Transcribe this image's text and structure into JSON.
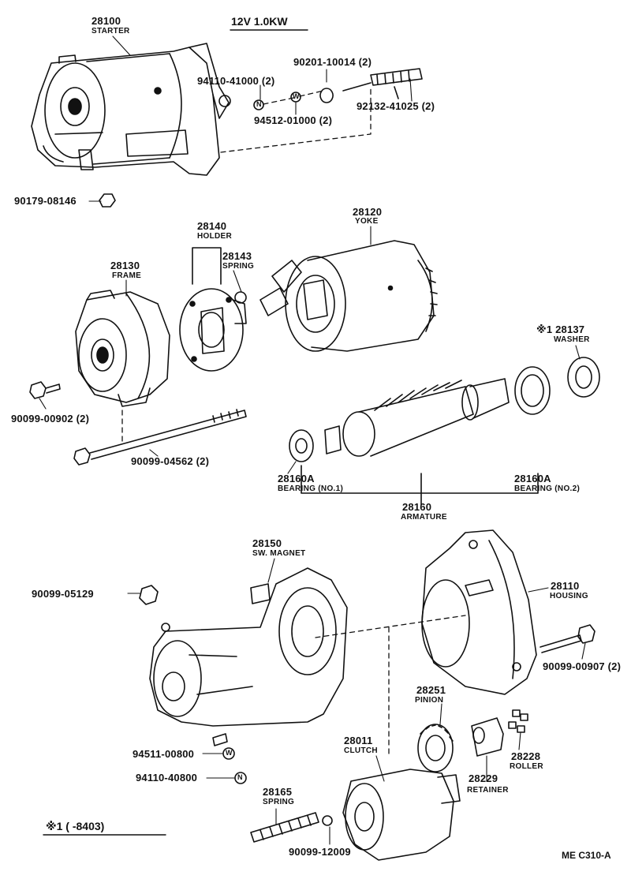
{
  "header": {
    "spec": "12V 1.0KW"
  },
  "parts": {
    "starter": {
      "pn": "28100",
      "name": "STARTER"
    },
    "screw_90201": "90201-10014 (2)",
    "nut_94110": "94110-41000 (2)",
    "washer_94512": "94512-01000 (2)",
    "stud_92132": "92132-41025 (2)",
    "nut_90179": "90179-08146",
    "holder": {
      "pn": "28140",
      "name": "HOLDER"
    },
    "spring_28143": {
      "pn": "28143",
      "name": "SPRING"
    },
    "yoke": {
      "pn": "28120",
      "name": "YOKE"
    },
    "frame": {
      "pn": "28130",
      "name": "FRAME"
    },
    "washer_28137": {
      "pn": "※1 28137",
      "name": "WASHER"
    },
    "bolt_00902": "90099-00902 (2)",
    "bolt_04562": "90099-04562 (2)",
    "bearing1": {
      "pn": "28160A",
      "name": "BEARING (NO.1)"
    },
    "bearing2": {
      "pn": "28160A",
      "name": "BEARING (NO.2)"
    },
    "armature": {
      "pn": "28160",
      "name": "ARMATURE"
    },
    "sw_magnet": {
      "pn": "28150",
      "name": "SW. MAGNET"
    },
    "nut_05129": "90099-05129",
    "housing": {
      "pn": "28110",
      "name": "HOUSING"
    },
    "bolt_00907": "90099-00907 (2)",
    "pinion": {
      "pn": "28251",
      "name": "PINION"
    },
    "washer_94511": "94511-00800",
    "nut_94110_40800": "94110-40800",
    "clutch": {
      "pn": "28011",
      "name": "CLUTCH"
    },
    "roller": {
      "pn": "28228",
      "name": "ROLLER"
    },
    "retainer": {
      "pn": "28229",
      "name": "RETAINER"
    },
    "spring_28165": {
      "pn": "28165",
      "name": "SPRING"
    },
    "ball_12009": "90099-12009"
  },
  "footnote": "※1 (      -8403)",
  "diagram_code": "ME C310-A",
  "markers": {
    "n": "N",
    "w": "W"
  }
}
